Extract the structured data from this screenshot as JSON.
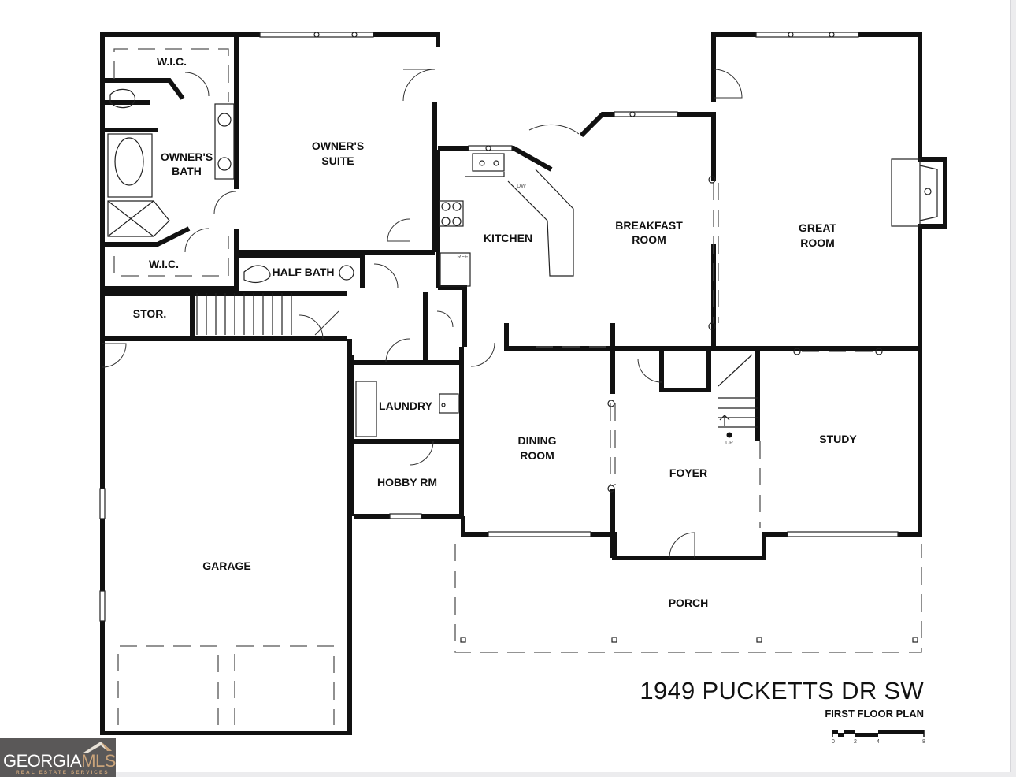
{
  "plan": {
    "address": "1949 PUCKETTS DR SW",
    "subtitle": "FIRST FLOOR PLAN",
    "scale_labels": [
      "0",
      "2",
      "4",
      "8"
    ],
    "stair_label": "UP",
    "fridge_label": "REF.",
    "dishwasher_label": "DW",
    "rooms": {
      "wic_top": "W.I.C.",
      "owners_bath_1": "OWNER'S",
      "owners_bath_2": "BATH",
      "owners_suite_1": "OWNER'S",
      "owners_suite_2": "SUITE",
      "wic_bottom": "W.I.C.",
      "half_bath": "HALF BATH",
      "stor": "STOR.",
      "kitchen": "KITCHEN",
      "breakfast_1": "BREAKFAST",
      "breakfast_2": "ROOM",
      "great_1": "GREAT",
      "great_2": "ROOM",
      "laundry": "LAUNDRY",
      "hobby": "HOBBY RM",
      "dining_1": "DINING",
      "dining_2": "ROOM",
      "foyer": "FOYER",
      "study": "STUDY",
      "garage": "GARAGE",
      "porch": "PORCH"
    }
  },
  "logo": {
    "brand_main": "GEORGIA",
    "brand_accent": "MLS",
    "tagline": "REAL ESTATE SERVICES"
  },
  "colors": {
    "wall": "#111111",
    "logo_bg": "#5a5858",
    "logo_accent": "#c9a37a"
  }
}
